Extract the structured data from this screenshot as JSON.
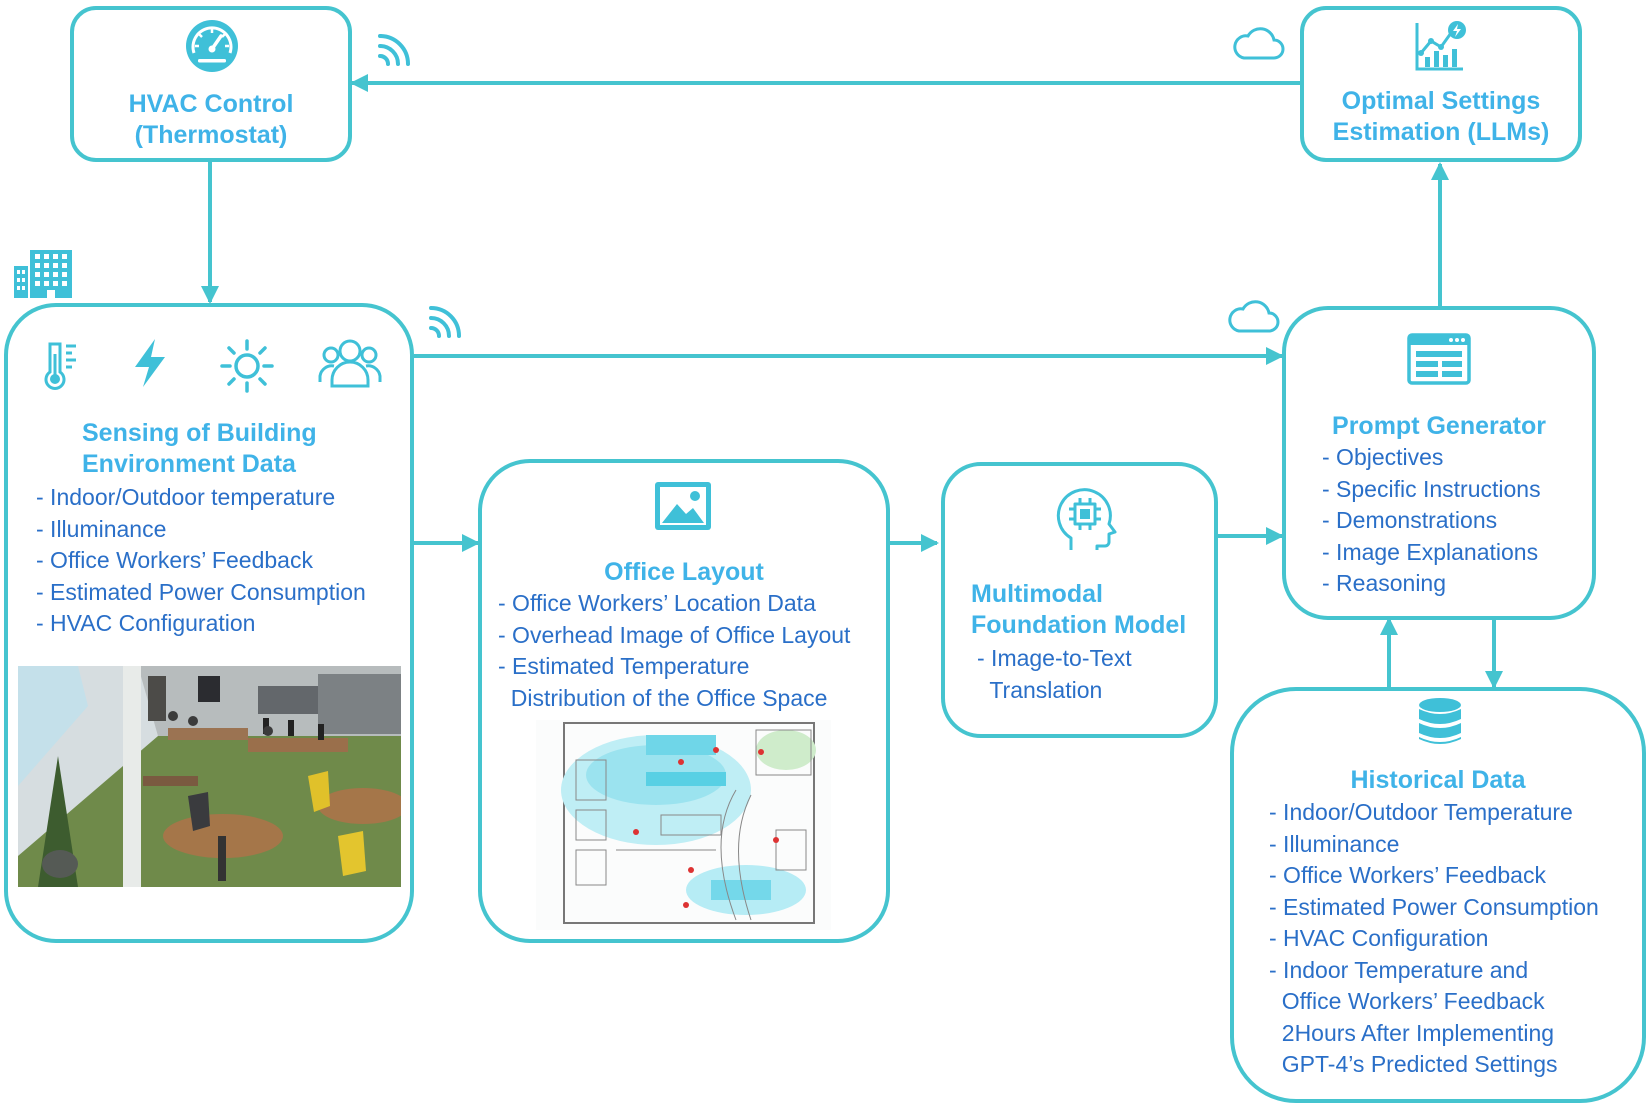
{
  "hvac_control": {
    "title_line1": "HVAC Control",
    "title_line2": "(Thermostat)"
  },
  "optimal_settings": {
    "title_line1": "Optimal Settings",
    "title_line2": "Estimation (LLMs)"
  },
  "sensing": {
    "title_line1": "Sensing of Building",
    "title_line2": "Environment Data",
    "items": [
      "- Indoor/Outdoor temperature",
      "- Illuminance",
      "- Office Workers’ Feedback",
      "- Estimated Power Consumption",
      "- HVAC Configuration"
    ]
  },
  "office_layout": {
    "title": "Office Layout",
    "items": [
      "- Office Workers’ Location Data",
      "- Overhead Image of Office Layout",
      "- Estimated Temperature",
      "  Distribution of the Office Space"
    ]
  },
  "multimodal": {
    "title_line1": "Multimodal",
    "title_line2": "Foundation Model",
    "items": [
      "- Image-to-Text",
      "  Translation"
    ]
  },
  "prompt_generator": {
    "title": "Prompt Generator",
    "items": [
      "- Objectives",
      "- Specific Instructions",
      "- Demonstrations",
      "- Image Explanations",
      "- Reasoning"
    ]
  },
  "historical_data": {
    "title": "Historical Data",
    "items": [
      "- Indoor/Outdoor Temperature",
      "- Illuminance",
      "- Office Workers’ Feedback",
      "- Estimated Power Consumption",
      "- HVAC Configuration",
      "- Indoor Temperature and",
      "  Office Workers’ Feedback",
      "  2Hours After Implementing",
      "  GPT-4’s Predicted Settings"
    ]
  },
  "colors": {
    "box_border": "#45c4cf",
    "arrow": "#45c4cf",
    "title_text": "#3fb3e8",
    "body_text": "#2a6fc8",
    "icon": "#3fc0d8"
  },
  "icons": {
    "hvac": "speedometer-icon",
    "optimal": "chart-analytics-icon",
    "building": "building-icon",
    "wifi": "wifi-signal-icon",
    "cloud": "cloud-icon",
    "thermometer": "thermometer-icon",
    "power": "lightning-bolt-icon",
    "sun": "sun-icon",
    "people": "people-group-icon",
    "image": "image-icon",
    "brain": "brain-chip-icon",
    "prompt": "browser-window-icon",
    "database": "database-icon"
  }
}
